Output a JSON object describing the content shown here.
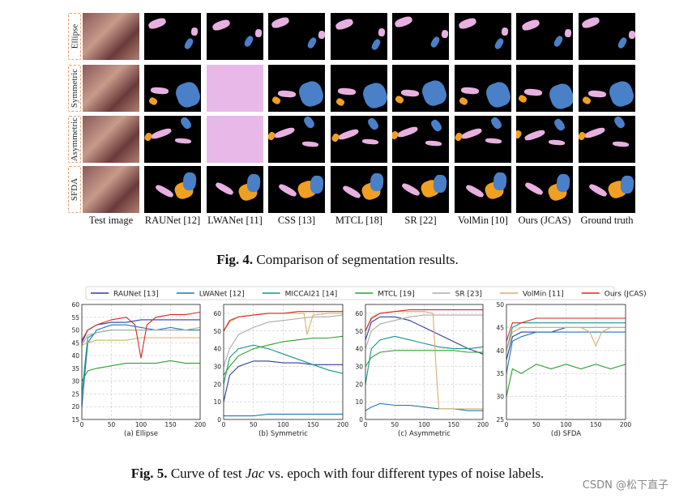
{
  "fig4": {
    "row_labels": [
      "Ellipse",
      "Symmetric",
      "Asymmetric",
      "SFDA"
    ],
    "col_labels": [
      "Test image",
      "RAUNet [12]",
      "LWANet [11]",
      "CSS [13]",
      "MTCL [18]",
      "SR [22]",
      "VolMin [10]",
      "Ours (JCAS)",
      "Ground truth"
    ],
    "caption_label": "Fig. 4.",
    "caption_text": "Comparison of segmentation results."
  },
  "fig5": {
    "caption_label": "Fig. 5.",
    "caption_pre": "Curve of test ",
    "caption_var": "Jac",
    "caption_post": " vs. epoch with four different types of noise labels."
  },
  "watermark": "CSDN @松下直子",
  "chart_data": [
    {
      "type": "line",
      "xlabel": "(a) Ellipse",
      "xlim": [
        0,
        200
      ],
      "ylim": [
        15,
        60
      ],
      "xticks": [
        0,
        50,
        100,
        150,
        200
      ],
      "yticks": [
        15,
        20,
        25,
        30,
        35,
        40,
        45,
        50,
        55,
        60
      ],
      "grid": true,
      "legend": "top",
      "series": [
        {
          "name": "RAUNet [13]",
          "color": "#2c3e9a",
          "x": [
            0,
            10,
            25,
            50,
            75,
            100,
            125,
            150,
            175,
            200
          ],
          "values": [
            45,
            50,
            52,
            53,
            53,
            54,
            54,
            54,
            54,
            54
          ]
        },
        {
          "name": "LWANet [12]",
          "color": "#1f77b4",
          "x": [
            0,
            10,
            25,
            50,
            75,
            100,
            125,
            150,
            175,
            200
          ],
          "values": [
            20,
            45,
            50,
            52,
            52,
            51,
            50,
            51,
            50,
            50
          ]
        },
        {
          "name": "MICCAI21 [14]",
          "color": "#17948a",
          "x": [
            0,
            10,
            25,
            50,
            75,
            100,
            125,
            150,
            175,
            200
          ],
          "values": [
            25,
            47,
            49,
            50,
            50,
            50,
            50,
            50,
            50,
            50
          ]
        },
        {
          "name": "MTCL [19]",
          "color": "#2ca02c",
          "x": [
            0,
            10,
            25,
            50,
            75,
            100,
            125,
            150,
            175,
            200
          ],
          "values": [
            30,
            34,
            35,
            36,
            37,
            37,
            37,
            38,
            37,
            37
          ]
        },
        {
          "name": "SR [23]",
          "color": "#aaaaaa",
          "x": [
            0,
            10,
            25,
            50,
            75,
            100,
            125,
            150,
            175,
            200
          ],
          "values": [
            44,
            48,
            49,
            50,
            50,
            50,
            50,
            50,
            50,
            51
          ]
        },
        {
          "name": "VolMin [11]",
          "color": "#d4b06a",
          "x": [
            0,
            10,
            25,
            50,
            75,
            100,
            125,
            150,
            175,
            200
          ],
          "values": [
            44,
            45,
            46,
            46,
            46,
            47,
            47,
            47,
            47,
            47
          ]
        },
        {
          "name": "Ours (JCAS)",
          "color": "#d62728",
          "x": [
            0,
            10,
            25,
            50,
            75,
            90,
            100,
            110,
            125,
            150,
            175,
            200
          ],
          "values": [
            46,
            50,
            52,
            54,
            55,
            52,
            39,
            52,
            55,
            56,
            56,
            57
          ]
        }
      ]
    },
    {
      "type": "line",
      "xlabel": "(b) Symmetric",
      "xlim": [
        0,
        200
      ],
      "ylim": [
        0,
        65
      ],
      "xticks": [
        0,
        50,
        100,
        150,
        200
      ],
      "yticks": [
        0,
        10,
        20,
        30,
        40,
        50,
        60
      ],
      "grid": true,
      "series": [
        {
          "name": "RAUNet [13]",
          "color": "#2c3e9a",
          "x": [
            0,
            10,
            25,
            50,
            75,
            100,
            125,
            150,
            175,
            200
          ],
          "values": [
            10,
            25,
            30,
            33,
            33,
            32,
            32,
            31,
            31,
            31
          ]
        },
        {
          "name": "LWANet [12]",
          "color": "#1f77b4",
          "x": [
            0,
            10,
            25,
            50,
            75,
            100,
            125,
            150,
            175,
            200
          ],
          "values": [
            2,
            2,
            2,
            2,
            3,
            3,
            3,
            3,
            3,
            3
          ]
        },
        {
          "name": "MICCAI21 [14]",
          "color": "#17948a",
          "x": [
            0,
            10,
            25,
            50,
            75,
            100,
            125,
            150,
            175,
            200
          ],
          "values": [
            20,
            35,
            40,
            42,
            40,
            37,
            34,
            31,
            28,
            26
          ]
        },
        {
          "name": "MTCL [19]",
          "color": "#2ca02c",
          "x": [
            0,
            10,
            25,
            50,
            75,
            100,
            125,
            150,
            175,
            200
          ],
          "values": [
            25,
            30,
            36,
            40,
            42,
            44,
            45,
            46,
            46,
            47
          ]
        },
        {
          "name": "SR [23]",
          "color": "#aaaaaa",
          "x": [
            0,
            10,
            25,
            50,
            75,
            100,
            125,
            150,
            175,
            200
          ],
          "values": [
            30,
            40,
            48,
            52,
            55,
            56,
            57,
            58,
            58,
            59
          ]
        },
        {
          "name": "VolMin [11]",
          "color": "#d4b06a",
          "x": [
            0,
            10,
            25,
            50,
            75,
            100,
            125,
            135,
            140,
            150,
            175,
            200
          ],
          "values": [
            50,
            55,
            58,
            59,
            60,
            60,
            60,
            60,
            48,
            59,
            60,
            60
          ]
        },
        {
          "name": "Ours (JCAS)",
          "color": "#d62728",
          "x": [
            0,
            10,
            25,
            50,
            75,
            100,
            125,
            150,
            175,
            200
          ],
          "values": [
            50,
            56,
            58,
            59,
            60,
            60,
            61,
            61,
            61,
            61
          ]
        }
      ]
    },
    {
      "type": "line",
      "xlabel": "(c) Asymmetric",
      "xlim": [
        0,
        200
      ],
      "ylim": [
        0,
        65
      ],
      "xticks": [
        0,
        50,
        100,
        150,
        200
      ],
      "yticks": [
        0,
        10,
        20,
        30,
        40,
        50,
        60
      ],
      "grid": true,
      "series": [
        {
          "name": "RAUNet [13]",
          "color": "#2c3e9a",
          "x": [
            0,
            10,
            25,
            50,
            75,
            100,
            125,
            150,
            175,
            200
          ],
          "values": [
            45,
            55,
            58,
            58,
            56,
            52,
            48,
            44,
            40,
            37
          ]
        },
        {
          "name": "LWANet [12]",
          "color": "#1f77b4",
          "x": [
            0,
            10,
            25,
            50,
            75,
            100,
            125,
            150,
            175,
            200
          ],
          "values": [
            5,
            7,
            9,
            8,
            8,
            7,
            6,
            6,
            5,
            5
          ]
        },
        {
          "name": "MICCAI21 [14]",
          "color": "#17948a",
          "x": [
            0,
            10,
            25,
            50,
            75,
            100,
            125,
            150,
            175,
            200
          ],
          "values": [
            20,
            40,
            45,
            47,
            45,
            43,
            41,
            40,
            40,
            41
          ]
        },
        {
          "name": "MTCL [19]",
          "color": "#2ca02c",
          "x": [
            0,
            10,
            25,
            50,
            75,
            100,
            125,
            150,
            175,
            200
          ],
          "values": [
            30,
            35,
            38,
            39,
            39,
            39,
            39,
            39,
            38,
            38
          ]
        },
        {
          "name": "SR [23]",
          "color": "#aaaaaa",
          "x": [
            0,
            10,
            25,
            50,
            75,
            100,
            125,
            150,
            175,
            200
          ],
          "values": [
            40,
            50,
            54,
            56,
            58,
            59,
            59,
            59,
            59,
            59
          ]
        },
        {
          "name": "VolMin [11]",
          "color": "#d4b06a",
          "x": [
            0,
            10,
            25,
            50,
            75,
            100,
            115,
            120,
            125,
            150,
            175,
            200
          ],
          "values": [
            50,
            58,
            60,
            61,
            61,
            61,
            60,
            30,
            6,
            6,
            6,
            6
          ]
        },
        {
          "name": "Ours (JCAS)",
          "color": "#d62728",
          "x": [
            0,
            10,
            25,
            50,
            75,
            100,
            125,
            150,
            175,
            200
          ],
          "values": [
            50,
            57,
            60,
            61,
            62,
            62,
            62,
            62,
            62,
            62
          ]
        }
      ]
    },
    {
      "type": "line",
      "xlabel": "(d) SFDA",
      "xlim": [
        0,
        200
      ],
      "ylim": [
        25,
        50
      ],
      "xticks": [
        0,
        50,
        100,
        150,
        200
      ],
      "yticks": [
        25,
        30,
        35,
        40,
        45,
        50
      ],
      "grid": true,
      "series": [
        {
          "name": "RAUNet [13]",
          "color": "#2c3e9a",
          "x": [
            0,
            10,
            25,
            50,
            75,
            100,
            125,
            150,
            175,
            200
          ],
          "values": [
            38,
            43,
            44,
            44,
            44,
            45,
            45,
            45,
            45,
            45
          ]
        },
        {
          "name": "LWANet [12]",
          "color": "#1f77b4",
          "x": [
            0,
            10,
            25,
            50,
            75,
            100,
            125,
            150,
            175,
            200
          ],
          "values": [
            35,
            42,
            43,
            44,
            44,
            44,
            44,
            44,
            44,
            44
          ]
        },
        {
          "name": "MICCAI21 [14]",
          "color": "#17948a",
          "x": [
            0,
            10,
            25,
            50,
            75,
            100,
            125,
            150,
            175,
            200
          ],
          "values": [
            40,
            45,
            46,
            46,
            46,
            46,
            46,
            46,
            46,
            46
          ]
        },
        {
          "name": "MTCL [19]",
          "color": "#2ca02c",
          "x": [
            0,
            10,
            25,
            50,
            75,
            100,
            125,
            150,
            175,
            200
          ],
          "values": [
            30,
            36,
            35,
            37,
            36,
            37,
            36,
            37,
            36,
            37
          ]
        },
        {
          "name": "SR [23]",
          "color": "#aaaaaa",
          "x": [
            0,
            10,
            25,
            50,
            75,
            100,
            125,
            150,
            175,
            200
          ],
          "values": [
            40,
            44,
            45,
            45,
            45,
            45,
            45,
            45,
            45,
            45
          ]
        },
        {
          "name": "VolMin [11]",
          "color": "#d4b06a",
          "x": [
            0,
            10,
            25,
            50,
            75,
            100,
            125,
            140,
            150,
            160,
            175,
            200
          ],
          "values": [
            40,
            44,
            45,
            45,
            45,
            45,
            45,
            44,
            41,
            44,
            45,
            45
          ]
        },
        {
          "name": "Ours (JCAS)",
          "color": "#d62728",
          "x": [
            0,
            10,
            25,
            50,
            75,
            100,
            125,
            150,
            175,
            200
          ],
          "values": [
            42,
            46,
            46,
            47,
            47,
            47,
            47,
            47,
            47,
            47
          ]
        }
      ]
    }
  ]
}
